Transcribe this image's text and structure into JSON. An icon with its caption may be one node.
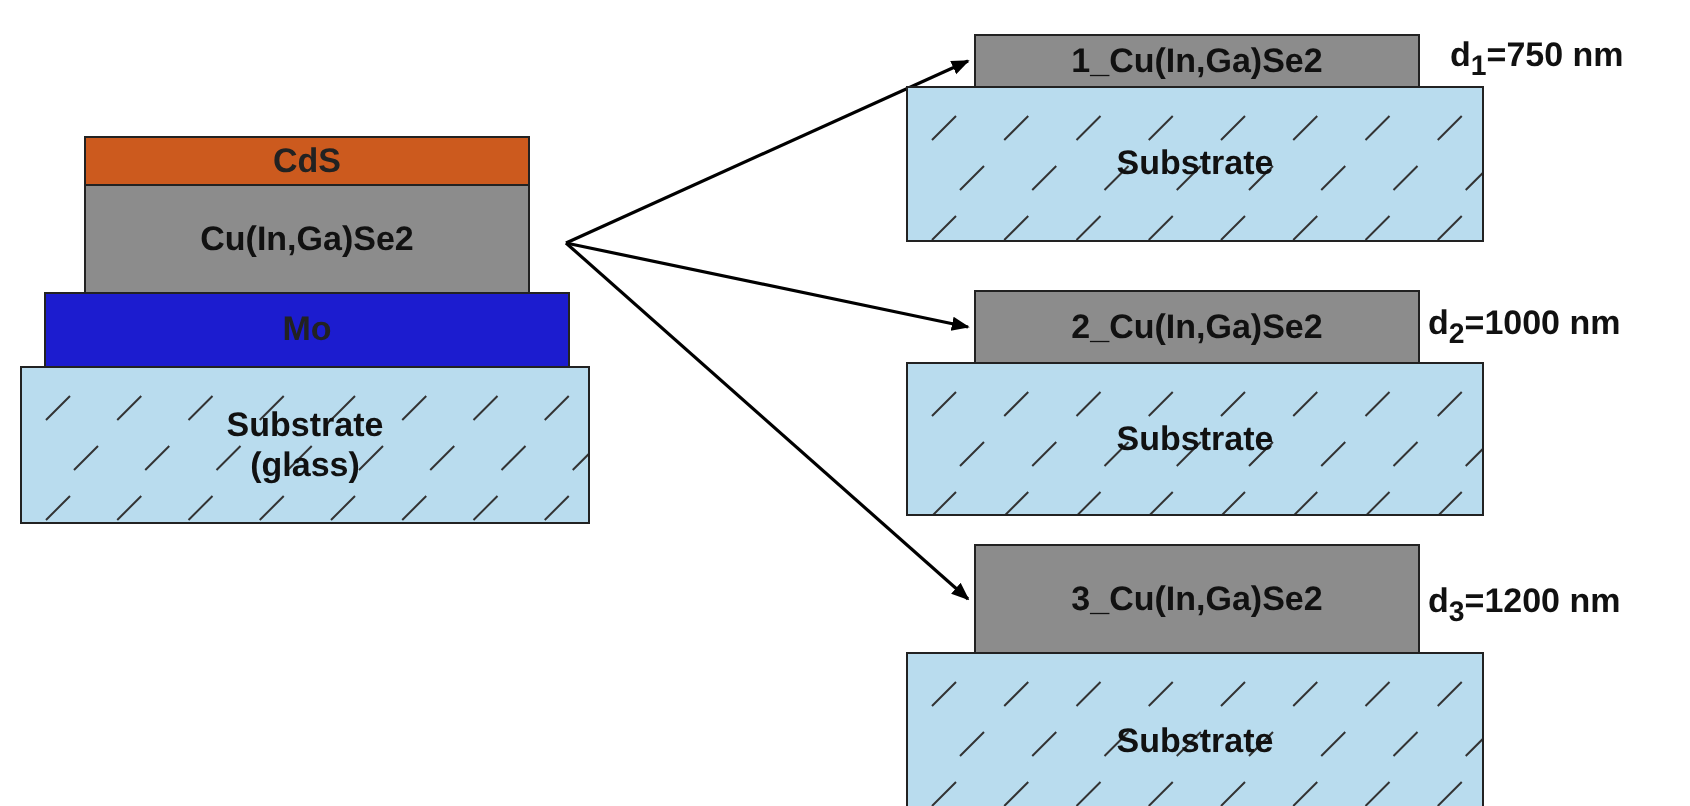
{
  "diagram": {
    "nodes": [
      {
        "text": [
          "CdS"
        ]
      },
      {
        "text": [
          "Cu(In,Ga)Se2"
        ]
      },
      {
        "text": [
          "Mo"
        ]
      },
      {
        "text": [
          "Substrate (glass)"
        ]
      },
      {
        "text": [
          "1_Cu(In,Ga)Se2"
        ],
        "beside": [
          "d$_{1}$=750 nm"
        ]
      },
      {
        "text": [
          "Substrate"
        ]
      },
      {
        "text": [
          "2_Cu(In,Ga)Se2"
        ],
        "beside": [
          "d$_{2}$=1000 nm"
        ]
      },
      {
        "text": [
          "Substrate"
        ]
      },
      {
        "text": [
          "3_Cu(In,Ga)Se2"
        ],
        "beside": [
          "d$_{3}$=1200 nm"
        ]
      },
      {
        "text": [
          "Substrate"
        ]
      }
    ],
    "edges": [
      {
        "from": 1,
        "to": 4,
        "arrow": "to"
      },
      {
        "from": 1,
        "to": 6,
        "arrow": "to"
      },
      {
        "from": 1,
        "to": 8,
        "arrow": "to"
      }
    ]
  }
}
